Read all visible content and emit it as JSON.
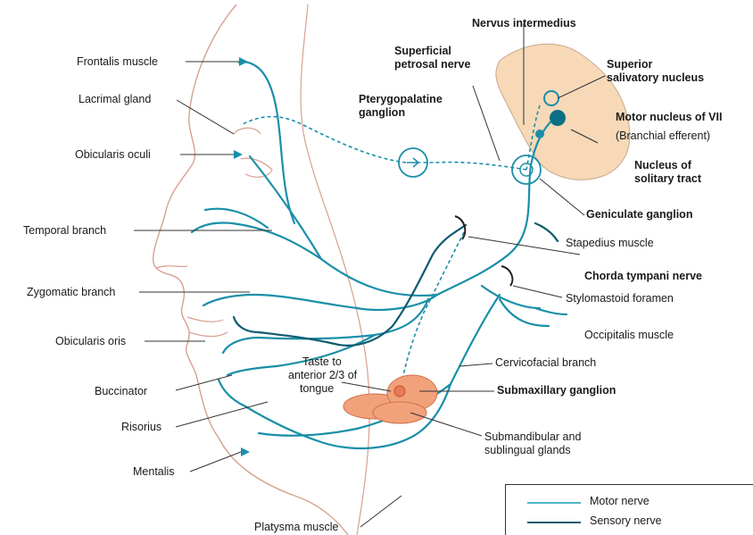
{
  "labels": {
    "frontalis": "Frontalis muscle",
    "lacrimal": "Lacrimal gland",
    "obicularis_oculi": "Obicularis oculi",
    "temporal": "Temporal branch",
    "zygomatic": "Zygomatic branch",
    "obicularis_oris": "Obicularis oris",
    "buccinator": "Buccinator",
    "risorius": "Risorius",
    "mentalis": "Mentalis",
    "platysma": "Platysma muscle",
    "taste": [
      "Taste to",
      "anterior 2/3 of",
      "tongue"
    ],
    "nervus_intermedius": "Nervus intermedius",
    "superficial_petrosal": [
      "Superficial",
      "petrosal nerve"
    ],
    "pterygopalatine": [
      "Pterygopalatine",
      "ganglion"
    ],
    "superior_salivatory": [
      "Superior",
      "salivatory nucleus"
    ],
    "motor_nucleus": "Motor nucleus of VII",
    "branchial": "(Branchial efferent)",
    "solitary": [
      "Nucleus of",
      "solitary tract"
    ],
    "geniculate": "Geniculate ganglion",
    "stapedius": "Stapedius muscle",
    "chorda": "Chorda tympani nerve",
    "stylomastoid": "Stylomastoid foramen",
    "occipitalis": "Occipitalis muscle",
    "cervicofacial": "Cervicofacial branch",
    "submaxillary": "Submaxillary ganglion",
    "glands": [
      "Submandibular and",
      "sublingual glands"
    ]
  },
  "legend": {
    "motor": "Motor nerve",
    "sensory": "Sensory nerve",
    "motor_color": "#4fb3c9",
    "sensory_color": "#0b5a6e"
  },
  "colors": {
    "nerve": "#1a8fa8",
    "dark_nerve": "#0b5a6e",
    "skin_outline": "#d8a090",
    "brainstem": "#f7d9b8",
    "gland": "#f2a27a"
  }
}
